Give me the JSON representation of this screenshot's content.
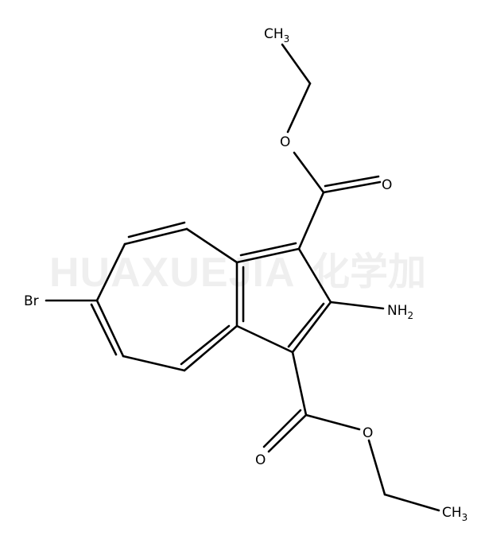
{
  "molecule": {
    "atoms": {
      "ch3_top": {
        "main": "CH",
        "sub": "3"
      },
      "o_ether_top": "O",
      "o_carbonyl_top": "O",
      "nh2": {
        "main": "NH",
        "sub": "2"
      },
      "br": "Br",
      "o_carbonyl_bottom": "O",
      "o_ether_bottom": "O",
      "ch3_bottom": {
        "main": "CH",
        "sub": "3"
      }
    }
  },
  "watermark": {
    "latin": "HUAXUEJIA",
    "cjk": "化学加"
  }
}
